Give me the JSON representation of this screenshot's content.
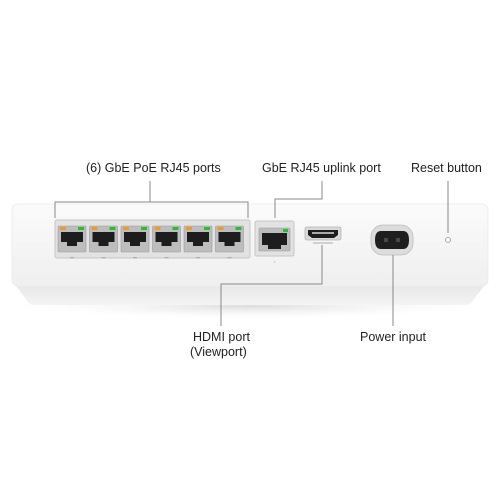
{
  "labels": {
    "poe_ports": "(6) GbE PoE RJ45 ports",
    "uplink_port": "GbE RJ45 uplink port",
    "reset_button": "Reset button",
    "hdmi_port_line1": "HDMI port",
    "hdmi_port_line2": "(Viewport)",
    "power_input": "Power input"
  },
  "colors": {
    "device_body": "#f6f6f6",
    "device_bottom": "#e9e9e9",
    "callout_line": "#888888",
    "led_green": "#22c22a",
    "led_amber": "#f39a1e",
    "port_dark": "#1d1d1d",
    "port_frame": "#c8c8c8"
  },
  "icons": {
    "reset": "reset-pinhole-icon",
    "power": "iec-c8-power-socket-icon",
    "hdmi": "hdmi-socket-icon"
  }
}
